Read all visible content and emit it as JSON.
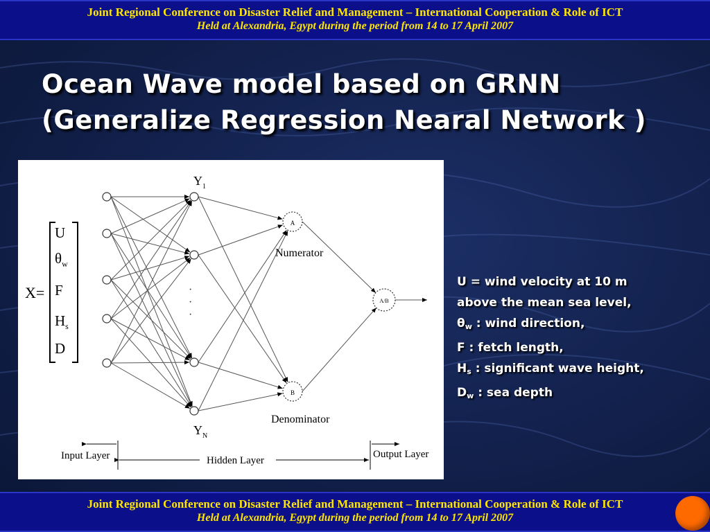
{
  "header": {
    "line1": "Joint Regional Conference on Disaster Relief and Management – International Cooperation & Role of ICT",
    "line2": "Held at Alexandria, Egypt  during the period from 14 to 17 April 2007"
  },
  "footer": {
    "line1": "Joint Regional Conference on Disaster Relief and Management – International Cooperation & Role of ICT",
    "line2": "Held at Alexandria, Egypt  during the period from 14 to 17 April 2007"
  },
  "title": {
    "line1": "Ocean Wave model based on GRNN",
    "line2": "(Generalize Regression Nearal Network )"
  },
  "diagram": {
    "x_label": "X=",
    "inputs": [
      "U",
      "θ",
      "F",
      "H",
      "D"
    ],
    "input_subs": [
      "",
      "w",
      "",
      "s",
      ""
    ],
    "y_top": "Y",
    "y_top_sub": "1",
    "y_bottom": "Y",
    "y_bottom_sub": "N",
    "node_a": "A",
    "node_b": "B",
    "node_out": "A/B",
    "numerator": "Numerator",
    "denominator": "Denominator",
    "input_layer": "Input Layer",
    "hidden_layer": "Hidden Layer",
    "output_layer": "Output Layer",
    "dots": "·"
  },
  "legend": [
    {
      "sym": "",
      "sub": "",
      "text": "U = wind velocity at 10 m"
    },
    {
      "sym": "",
      "sub": "",
      "text": "above the mean sea level,"
    },
    {
      "sym": "θ",
      "sub": "w",
      "text": " : wind direction,"
    },
    {
      "sym": "F",
      "sub": "",
      "text": " : fetch length,"
    },
    {
      "sym": "H",
      "sub": "s",
      "text": " : significant wave height,"
    },
    {
      "sym": "D",
      "sub": "w",
      "text": " : sea depth"
    }
  ],
  "colors": {
    "banner_bg": "#0b0f8a",
    "banner_text": "#ffe600",
    "background": "#13224f",
    "accent_dot": "#ff6a00"
  }
}
